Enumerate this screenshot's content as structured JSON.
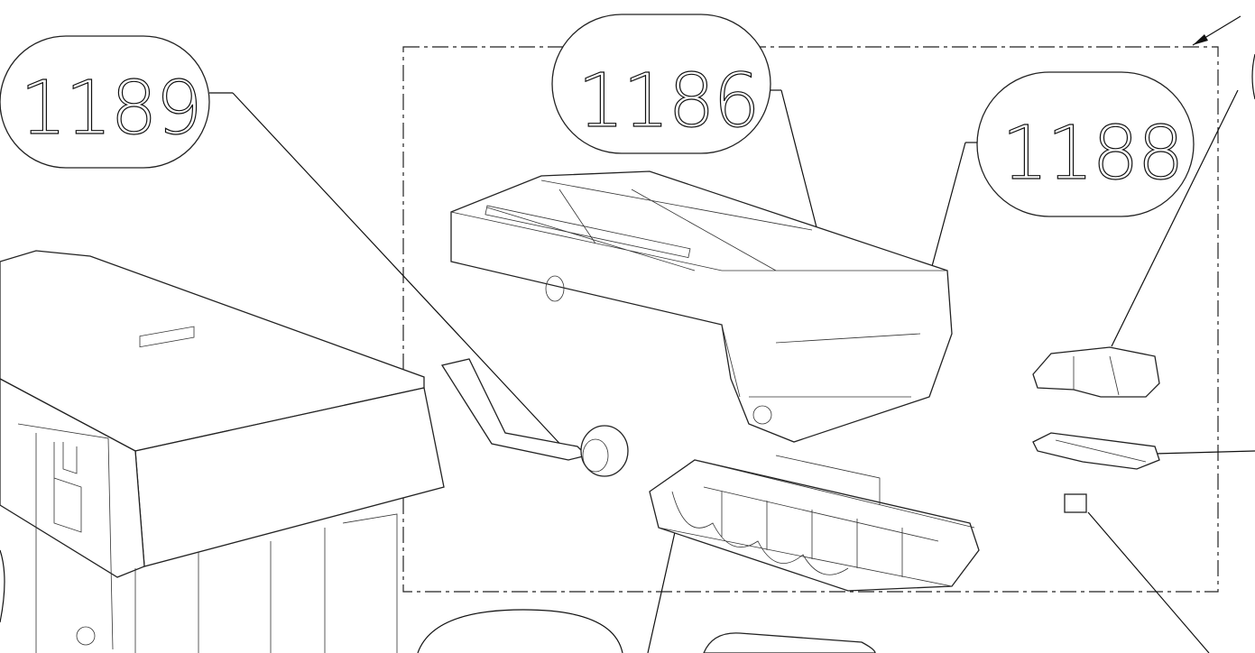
{
  "diagram": {
    "type": "exploded-parts-view",
    "callouts": [
      {
        "id": "callout-1189",
        "label": "1189"
      },
      {
        "id": "callout-1186",
        "label": "1186"
      },
      {
        "id": "callout-1188",
        "label": "1188"
      }
    ]
  }
}
